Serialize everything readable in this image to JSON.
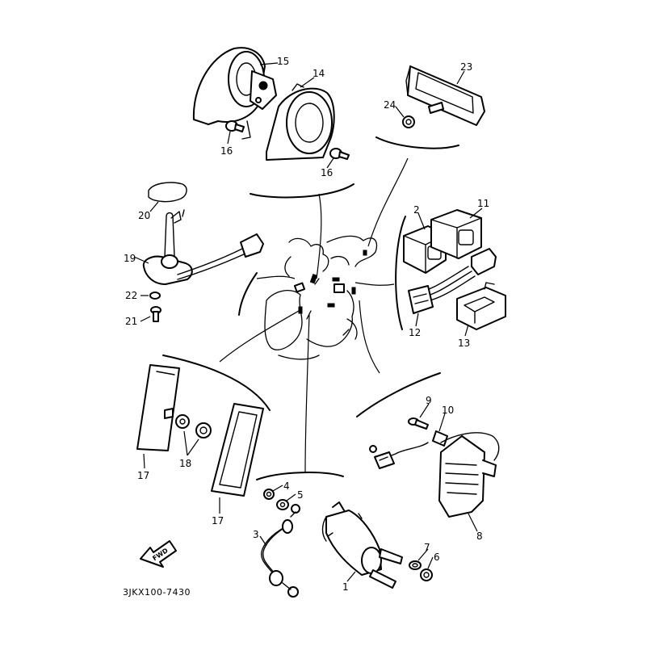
{
  "diagram_code": "3JKX100-7430",
  "direction_label": "FWD",
  "callouts": {
    "horn_14": "14",
    "bracket_15": "15",
    "bolt_16a": "16",
    "bolt_16b": "16",
    "flasher_23": "23",
    "nut_24": "24",
    "relay_2": "2",
    "relay_11": "11",
    "coupler_12": "12",
    "coupler_13": "13",
    "gasket_20": "20",
    "sender_19": "19",
    "washer_22": "22",
    "screw_21": "21",
    "reflector_17a": "17",
    "reflector_17b": "17",
    "nut_18": "18",
    "bolt_9": "9",
    "clamp_10": "10",
    "rectifier_8": "8",
    "nut_4": "4",
    "washer_5": "5",
    "lead_3": "3",
    "starter_relay_1": "1",
    "washer_7": "7",
    "nut_6": "6"
  }
}
